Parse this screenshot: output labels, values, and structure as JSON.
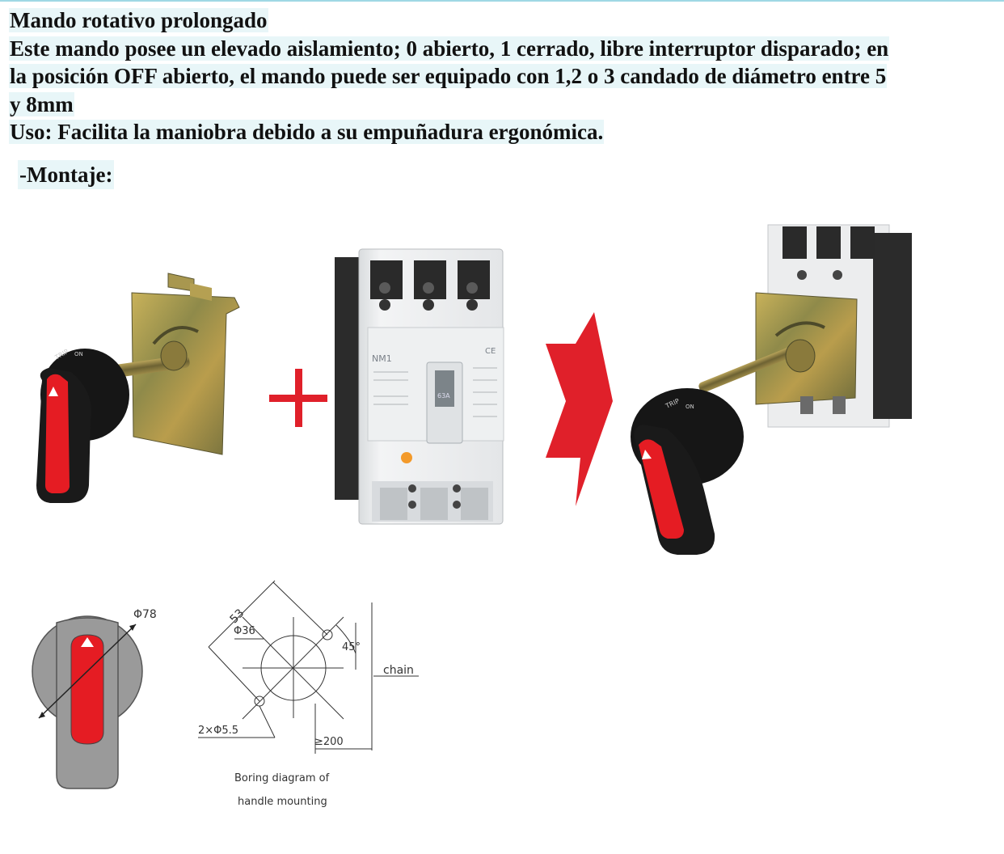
{
  "title": "Mando rotativo prolongado",
  "description_lines": [
    "Este mando posee un elevado aislamiento; 0 abierto, 1 cerrado, libre interruptor disparado; en",
    "la posición OFF abierto, el mando puede ser equipado con 1,2 o 3 candado de diámetro entre 5",
    "y 8mm"
  ],
  "usage": "Uso: Facilita la maniobra debido a su empuñadura ergonómica.",
  "section_heading": "-Montaje:",
  "illustration": {
    "handle_labels": {
      "trip": "TRIP",
      "on": "ON"
    },
    "breaker_model": "NM1",
    "breaker_rating": "63A",
    "breaker_mark": "CE",
    "plus_color": "#e0202a",
    "arrow_color": "#e0202a",
    "handle_red": "#e51c23"
  },
  "diagram": {
    "handle_diameter": "Φ78",
    "dim_53": "53",
    "dim_36": "Φ36",
    "angle": "45°",
    "holes": "2×Φ5.5",
    "chain": "chain",
    "min_length": "≥200",
    "caption_line1": "Boring diagram of",
    "caption_line2": "handle mounting"
  }
}
